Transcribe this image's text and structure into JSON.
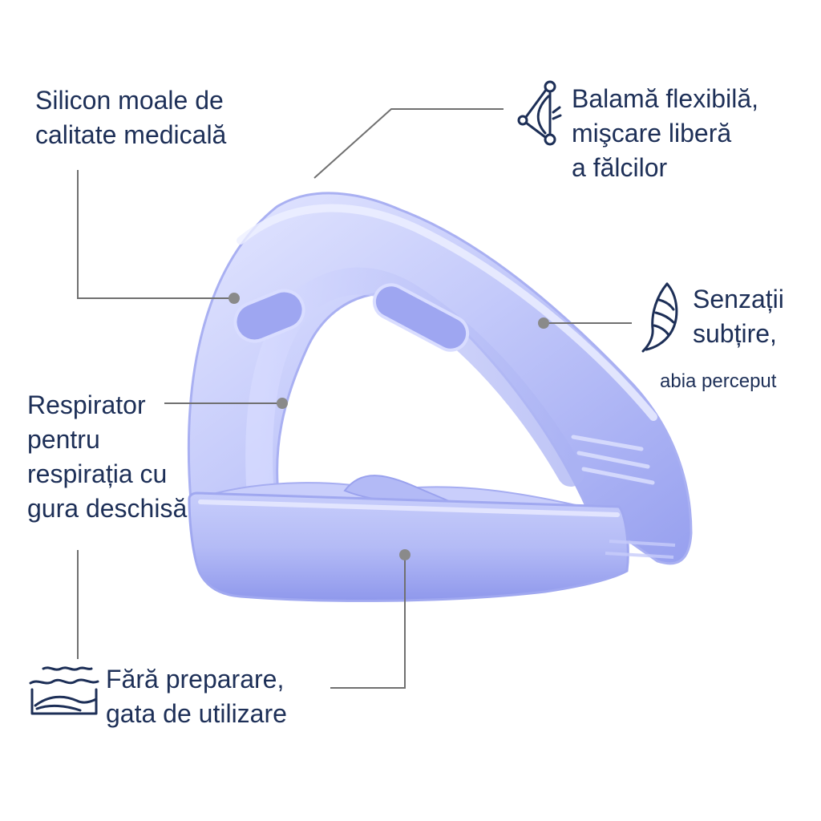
{
  "colors": {
    "text": "#1d2f57",
    "leader": "#6e6e6e",
    "device_light": "#dfe3ff",
    "device_mid": "#b8bff7",
    "device_dark": "#8e97ee"
  },
  "callouts": {
    "silicone": {
      "line1": "Silicon moale de",
      "line2": "calitate medicală"
    },
    "hinge": {
      "icon": "hinge-icon",
      "line1": "Balamă flexibilă,",
      "line2": "mişcare liberă",
      "line3": "a fălcilor"
    },
    "thin": {
      "icon": "feather-icon",
      "line1": "Senzații",
      "line2": "subțire,",
      "line3": "abia perceput"
    },
    "breathing": {
      "line1": "Respirator",
      "line2": "pentru",
      "line3": "respirația cu",
      "line4": "gura deschisă"
    },
    "ready": {
      "icon": "water-wave-icon",
      "line1": "Fără preparare,",
      "line2": "gata de utilizare"
    }
  }
}
